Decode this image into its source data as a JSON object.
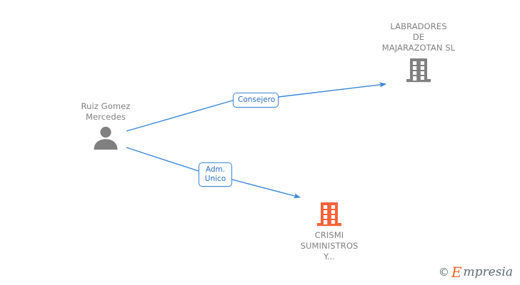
{
  "diagram": {
    "type": "relationship-graph",
    "background_color": "#ffffff",
    "edge_color": "#3b87d9",
    "person_icon_color": "#808080",
    "company_icon_colors": {
      "company_1": "#808080",
      "company_2": "#f4633a"
    },
    "label_text_color": "#808080",
    "edge_label_text_color": "#2a6fc0"
  },
  "nodes": {
    "person": {
      "name": "Ruiz Gomez\nMercedes",
      "icon": "person-icon"
    },
    "company_1": {
      "name": "LABRADORES\nDE\nMAJARAZOTAN SL",
      "icon": "building-icon"
    },
    "company_2": {
      "name": "CRISMI\nSUMINISTROS\nY...",
      "icon": "building-icon"
    }
  },
  "edges": [
    {
      "id": "edge-consejero",
      "from": "person",
      "to": "company_1",
      "label": "Consejero"
    },
    {
      "id": "edge-adm-unico",
      "from": "person",
      "to": "company_2",
      "label": "Adm.\nUnico"
    }
  ],
  "watermark": {
    "copyright": "©",
    "brand_initial": "E",
    "brand_rest": "mpresia"
  }
}
